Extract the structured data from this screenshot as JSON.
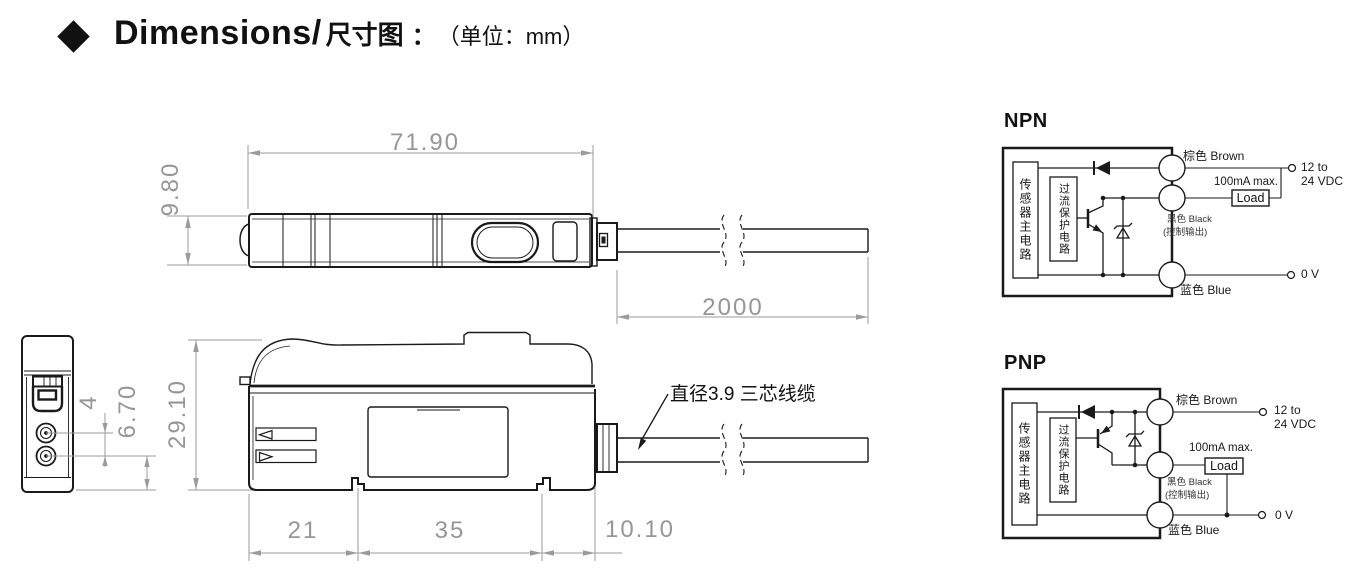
{
  "title": {
    "bullet_icon": "black-diamond",
    "en": "Dimensions/",
    "zh": "尺寸图",
    "colon": "：",
    "unit": "（单位：mm）"
  },
  "colors": {
    "line": "#1a1a1a",
    "dimension": "#969696"
  },
  "dimensions": {
    "top_width": "71.90",
    "top_height": "9.80",
    "cable_length": "2000",
    "side_height": "29.10",
    "seg1": "21",
    "seg2": "35",
    "seg3": "10.10",
    "hole_gap": "4",
    "hole_bottom": "6.70",
    "cable_note": "直径3.9  三芯线缆"
  },
  "npn": {
    "heading": "NPN",
    "sensor": "传感器主电路",
    "protection": "过流保护电路",
    "brown": "棕色 Brown",
    "supply1": "12 to",
    "supply2": "24 VDC",
    "load_max": "100mA max.",
    "load": "Load",
    "black": "黑色 Black",
    "black_note": "(控制输出)",
    "blue": "蓝色 Blue",
    "zero": "0 V"
  },
  "pnp": {
    "heading": "PNP",
    "sensor": "传感器主电路",
    "protection": "过流保护电路",
    "brown": "棕色 Brown",
    "supply1": "12 to",
    "supply2": "24 VDC",
    "load_max": "100mA max.",
    "load": "Load",
    "black": "黑色 Black",
    "black_note": "(控制输出)",
    "blue": "蓝色 Blue",
    "zero": "0 V"
  }
}
